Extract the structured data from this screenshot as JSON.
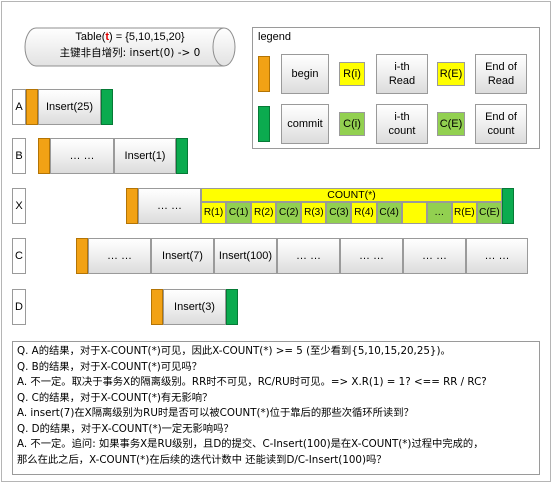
{
  "header": {
    "prefix": "Table(",
    "t": "t",
    "suffix": ") = {5,10,15,20}",
    "line2": "主键非自增列: insert(0) -> 0"
  },
  "legend": {
    "title": "legend",
    "begin": "begin",
    "r_i": "R(i)",
    "ith_read": "i-th\nRead",
    "r_e": "R(E)",
    "end_read": "End of\nRead",
    "commit": "commit",
    "c_i": "C(i)",
    "ith_count": "i-th\ncount",
    "c_e": "C(E)",
    "end_count": "End of\ncount"
  },
  "rows": {
    "A": {
      "label": "A",
      "insert": "Insert(25)"
    },
    "B": {
      "label": "B",
      "dots": "… …",
      "insert": "Insert(1)"
    },
    "X": {
      "label": "X",
      "dots": "… …",
      "title": "COUNT(*)",
      "cells": [
        "R(1)",
        "C(1)",
        "R(2)",
        "C(2)",
        "R(3)",
        "C(3)",
        "R(4)",
        "C(4)",
        "",
        "…",
        "R(E)",
        "C(E)"
      ]
    },
    "C": {
      "label": "C",
      "cells": [
        "… …",
        "Insert(7)",
        "Insert(100)",
        "… …",
        "… …",
        "… …",
        "… …"
      ]
    },
    "D": {
      "label": "D",
      "insert": "Insert(3)"
    }
  },
  "qa": [
    "Q. A的结果，对于X-COUNT(*)可见，因此X-COUNT(*) >= 5 (至少看到{5,10,15,20,25})。",
    "Q. B的结果，对于X-COUNT(*)可见吗？",
    "A. 不一定。取决于事务X的隔离级别。RR时不可见，RC/RU时可见。=> X.R(1) = 1? <== RR / RC?",
    "Q. C的结果，对于X-COUNT(*)有无影响？",
    "A. insert(7)在X隔离级别为RU时是否可以被COUNT(*)位于靠后的那些次循环所读到？",
    "Q. D的结果，对于X-COUNT(*)一定无影响吗？",
    "A. 不一定。追问: 如果事务X是RU级别，且D的提交、C-Insert(100)是在X-COUNT(*)过程中完成的，",
    "那么在此之后，X-COUNT(*)在后续的迭代计数中 还能读到D/C-Insert(100)吗？"
  ]
}
